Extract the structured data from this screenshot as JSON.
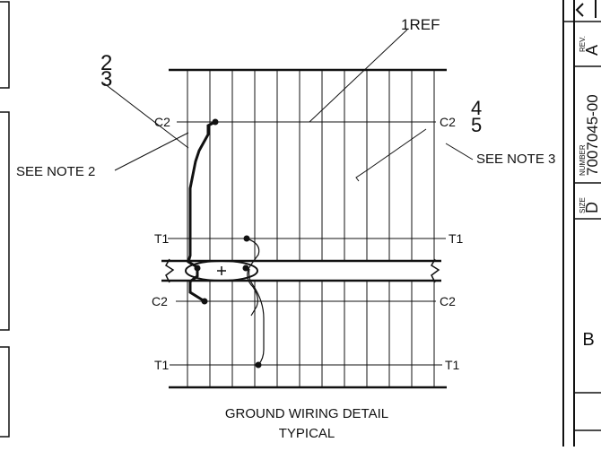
{
  "callouts": {
    "item_2": "2",
    "item_3": "3",
    "item_4": "4",
    "item_5": "5",
    "ref_1": "1REF",
    "see_note_2": "SEE NOTE 2",
    "see_note_3": "SEE NOTE 3"
  },
  "row_labels": {
    "c2_top_left": "C2",
    "c2_top_right": "C2",
    "t1_upper_left": "T1",
    "t1_upper_right": "T1",
    "c2_low_left": "C2",
    "c2_low_right": "C2",
    "t1_lower_left": "T1",
    "t1_lower_right": "T1"
  },
  "detail_title": {
    "line1": "GROUND WIRING DETAIL",
    "line2": "TYPICAL"
  },
  "title_block": {
    "rev_label": "REV.",
    "rev_value": "A",
    "number_label": "NUMBER",
    "number_value": "7007045-00",
    "size_label": "SIZE",
    "size_value": "D",
    "sheet_letter": "B"
  },
  "colors": {
    "ink": "#111111",
    "paper": "#ffffff"
  }
}
